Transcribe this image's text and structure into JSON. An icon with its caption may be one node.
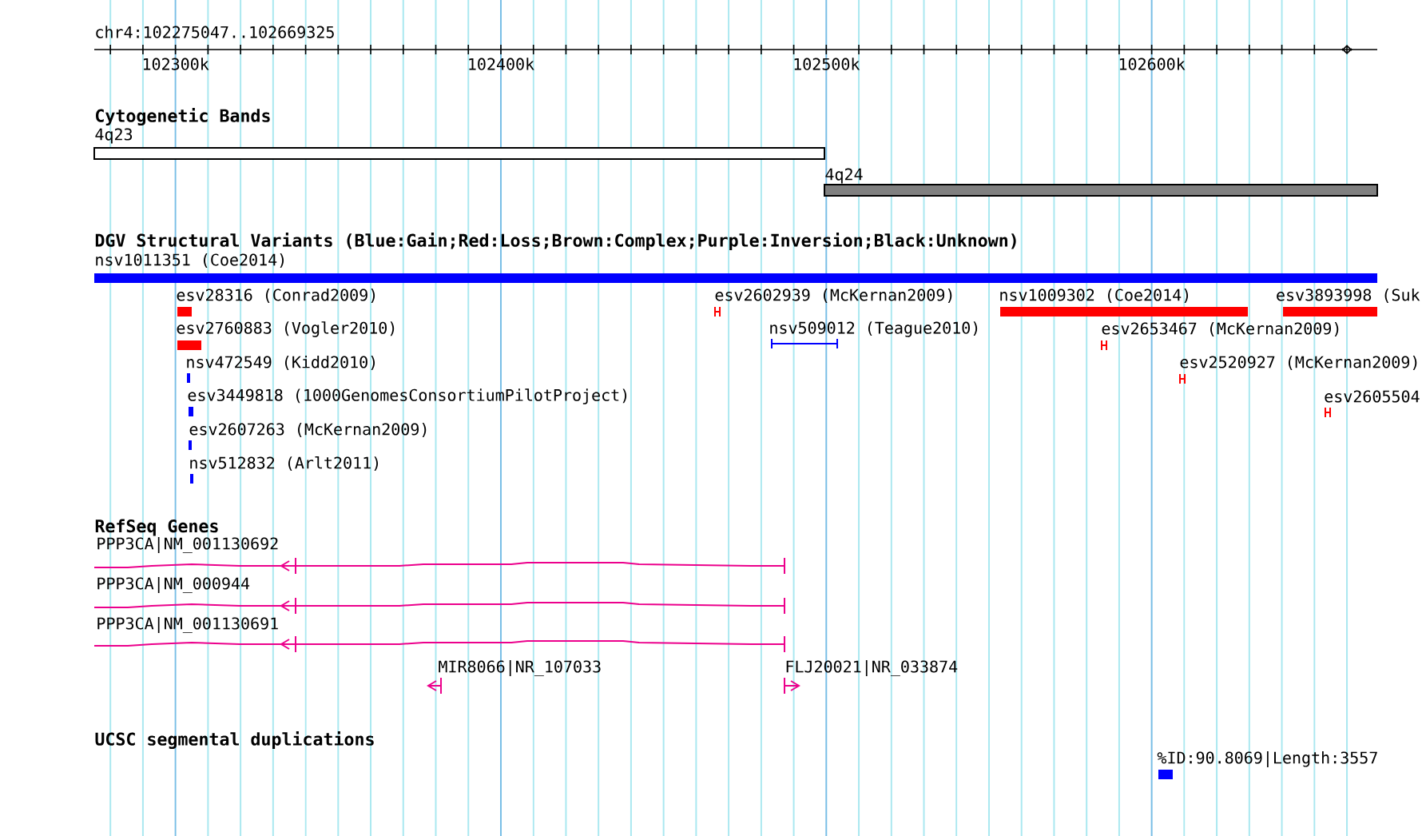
{
  "diagram": {
    "nodes": [
      {
        "text": [
          "4q23"
        ]
      },
      {
        "text": [
          "4q24"
        ]
      },
      {
        "text": [
          "nsv1011351 (Coe2014)"
        ]
      },
      {
        "text": [
          "esv28316 (Conrad2009)"
        ]
      },
      {
        "text": [
          "esv2602939 (McKernan2009)"
        ]
      },
      {
        "text": [
          "nsv1009302 (Coe2014)"
        ]
      },
      {
        "text": [
          "esv3893998 (Suk"
        ]
      },
      {
        "text": [
          "esv2760883 (Vogler2010)"
        ]
      },
      {
        "text": [
          "nsv509012 (Teague2010)"
        ]
      },
      {
        "text": [
          "esv2653467 (McKernan2009)"
        ]
      },
      {
        "text": [
          "nsv472549 (Kidd2010)"
        ]
      },
      {
        "text": [
          "esv2520927 (McKernan2009)"
        ]
      },
      {
        "text": [
          "esv3449818 (1000GenomesConsortiumPilotProject)"
        ]
      },
      {
        "text": [
          "esv2605504"
        ]
      },
      {
        "text": [
          "esv2607263 (McKernan2009)"
        ]
      },
      {
        "text": [
          "nsv512832 (Arlt2011)"
        ]
      },
      {
        "text": [
          "PPP3CA|NM_001130692"
        ]
      },
      {
        "text": [
          "PPP3CA|NM_000944"
        ]
      },
      {
        "text": [
          "PPP3CA|NM_001130691"
        ]
      },
      {
        "text": [
          "MIR8066|NR_107033"
        ]
      },
      {
        "text": [
          "FLJ20021|NR_033874"
        ]
      },
      {
        "text": [
          "%ID:90.8069|Length:3557"
        ]
      }
    ],
    "labels": [
      "chr4:102275047..102669325",
      "102300k",
      "102400k",
      "102500k",
      "102600k",
      "Cytogenetic Bands",
      "DGV Structural Variants (Blue:Gain;Red:Loss;Brown:Complex;Purple:Inversion;Black:Unknown)",
      "RefSeq Genes",
      "UCSC segmental duplications"
    ]
  }
}
